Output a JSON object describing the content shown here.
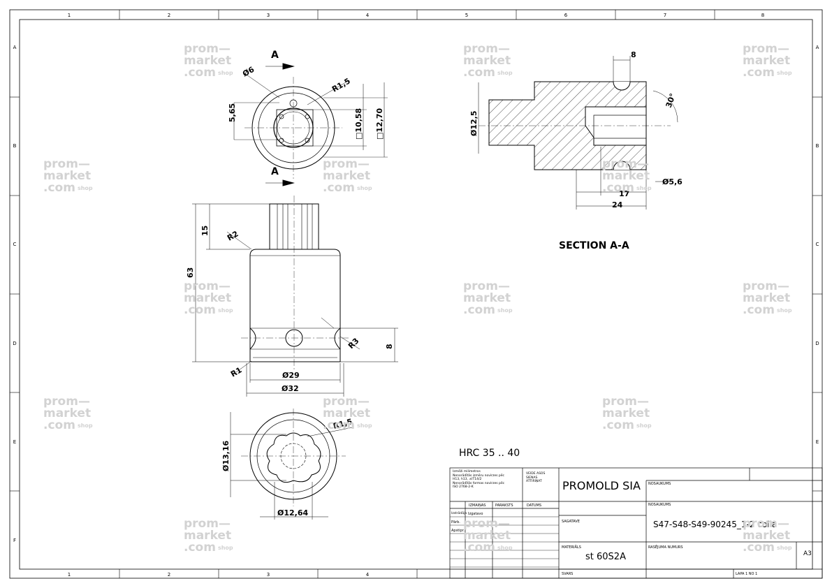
{
  "frame": {
    "col_labels": [
      "1",
      "2",
      "3",
      "4",
      "5",
      "6",
      "7",
      "8"
    ],
    "row_labels": [
      "A",
      "B",
      "C",
      "D",
      "E",
      "F"
    ]
  },
  "views": {
    "top": {
      "section_marker": "A",
      "dims": [
        "Ø6",
        "R1,5",
        "5,65",
        "□10,58",
        "□12,70"
      ]
    },
    "section": {
      "title": "SECTION A-A",
      "dims": [
        "8",
        "Ø12,5",
        "30°",
        "Ø5,6",
        "17",
        "24"
      ]
    },
    "front": {
      "dims": [
        "15",
        "R2",
        "63",
        "R3",
        "8",
        "R1",
        "Ø29",
        "Ø32"
      ]
    },
    "bottom": {
      "dims": [
        "R1,5",
        "Ø13,16",
        "Ø12,64"
      ]
    },
    "hardness": "HRC 35 .. 40"
  },
  "watermark": {
    "line1": "prom—",
    "line2": "market",
    "line3": ".com",
    "shop": "shop"
  },
  "title_block": {
    "company": "PROMOLD SIA",
    "tolerance_notes": [
      "Izmēži milimetros",
      "Nenorādītās izmēru novirzes pēc",
      "H13, h13, ±IT14/2",
      "Nenorādītās formas novirzes pēc",
      "ISO 2768-2-K"
    ],
    "edge_label": [
      "VEIDE ASOS",
      "SIENAS",
      "ATTIRIŅAT"
    ],
    "col_izmainas": "IZMAIŅAS",
    "col_paraksts": "PARAKSTS",
    "col_datums": "DATUMS",
    "row_izstradaja": "Izstrādāja",
    "row_izstradaja_value": "Izgatavo",
    "row_parbaudija": "Pārb.",
    "row_apstiprinaja": "Apstipr.",
    "label_nosaukums_top": "NOSAUKUMS",
    "label_nosaukums": "NOSAUKUMS",
    "label_sagatave": "SAGATAVE",
    "label_materials": "MATERIĀLS",
    "label_rasejuma_nr": "RASĒJUMA NUMURS",
    "label_svars": "SVARS",
    "part_name": "S47-S48-S49-90245_1-2 colla",
    "material": "st 60S2A",
    "size": "A3",
    "sheet_info": "LAPA 1 NO 1"
  }
}
